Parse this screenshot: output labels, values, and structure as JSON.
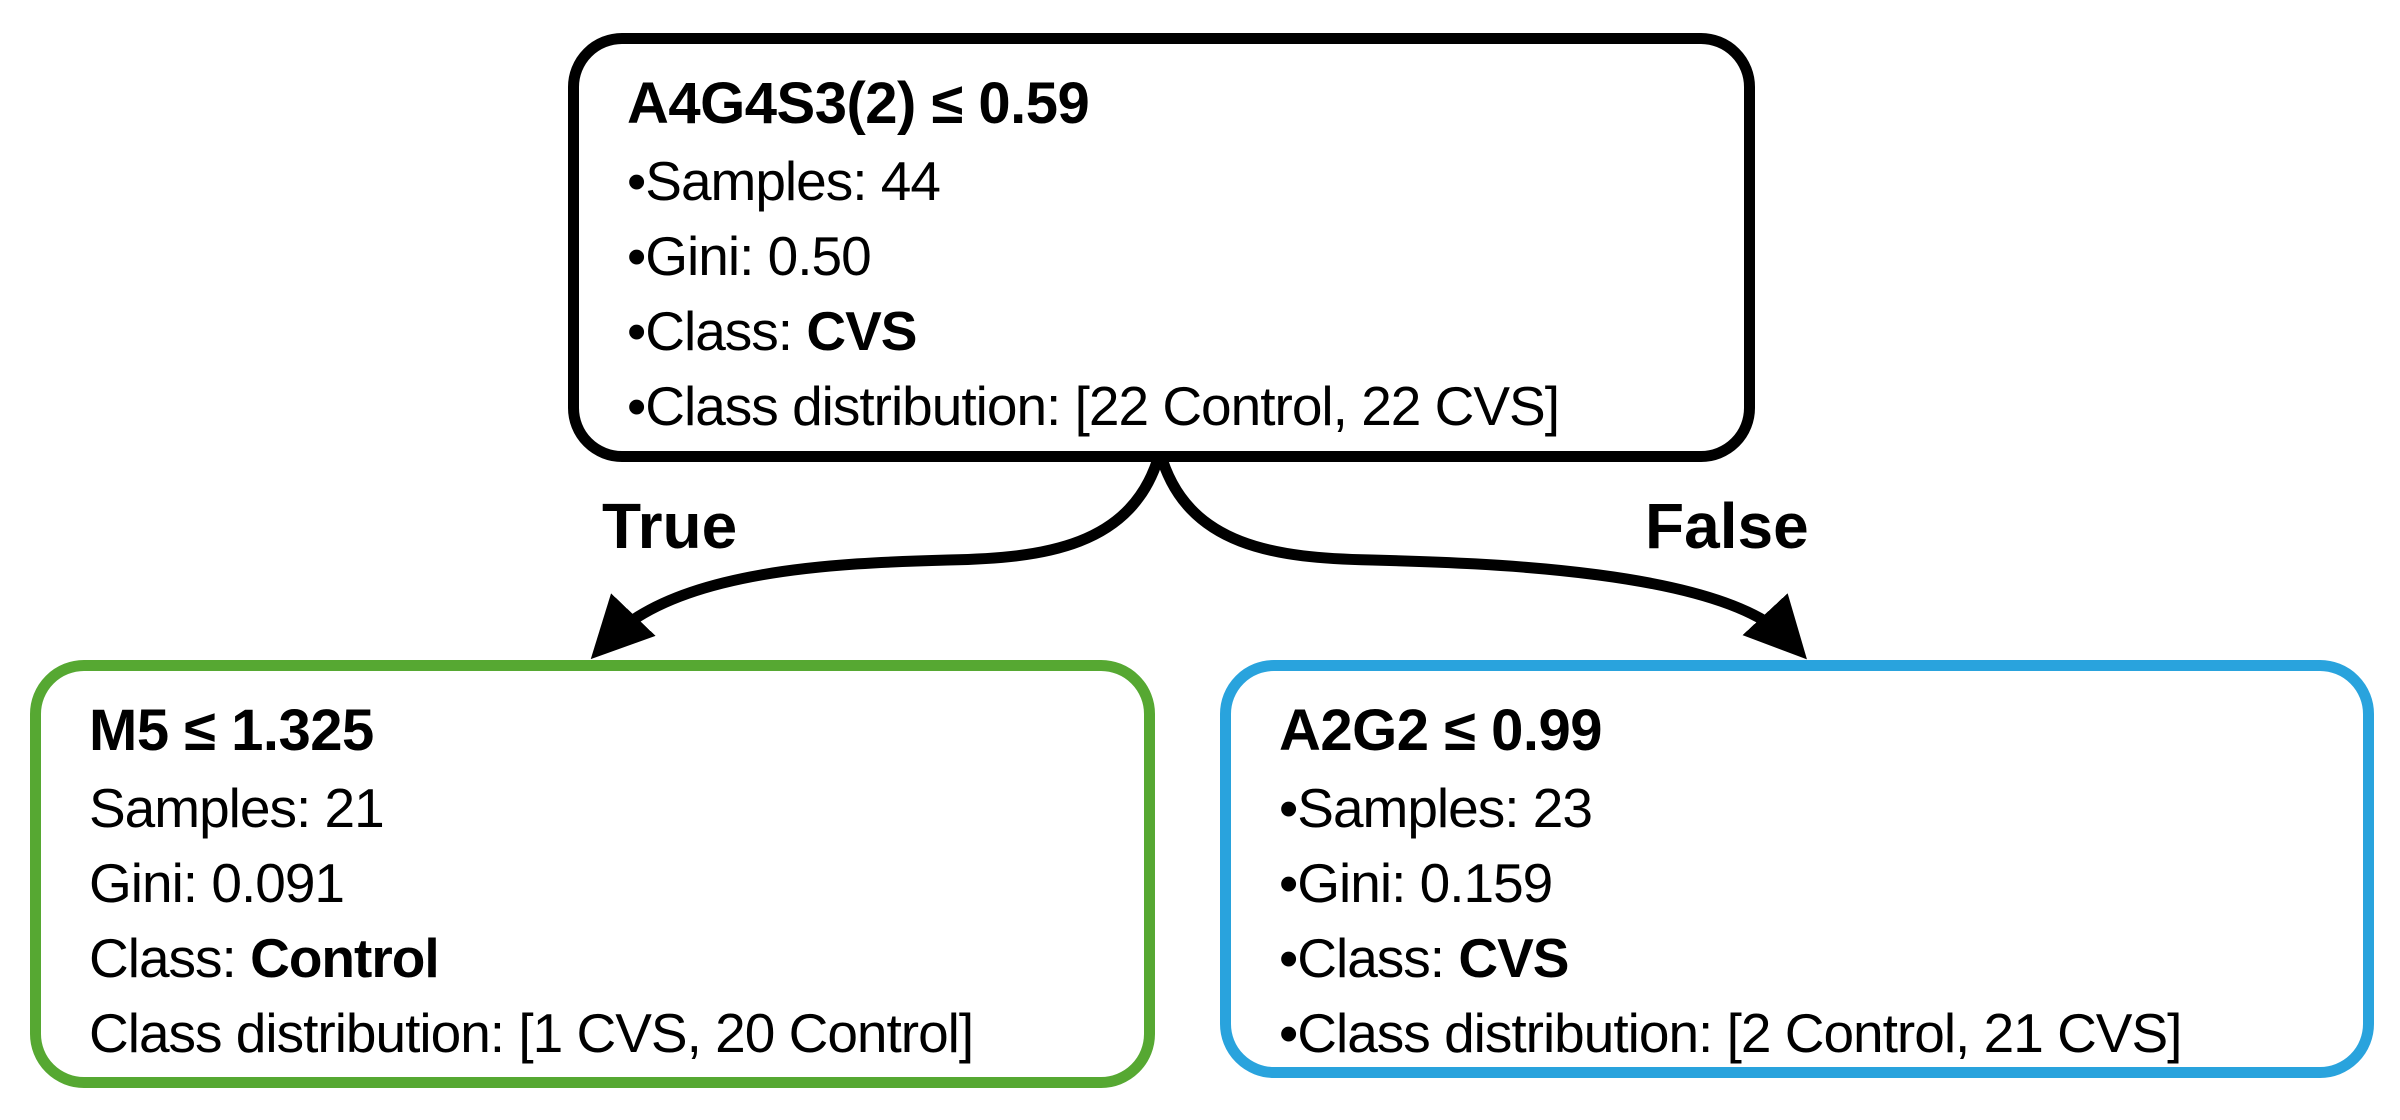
{
  "diagram": {
    "type": "decision-tree",
    "colors": {
      "root_border": "#000000",
      "left_border": "#56a832",
      "right_border": "#29a3dd",
      "arrow": "#000000",
      "text": "#000000",
      "background": "#ffffff"
    },
    "edges": {
      "true_label": "True",
      "false_label": "False"
    },
    "nodes": {
      "root": {
        "title": "A4G4S3(2) ≤ 0.59",
        "lines": [
          {
            "pre": "•Samples: 44",
            "strong": ""
          },
          {
            "pre": "•Gini: 0.50",
            "strong": ""
          },
          {
            "pre": "•Class: ",
            "strong": "CVS"
          },
          {
            "pre": "•Class distribution: [22 Control, 22 CVS]",
            "strong": ""
          }
        ]
      },
      "left": {
        "title": "M5 ≤ 1.325",
        "lines": [
          {
            "pre": "Samples: 21",
            "strong": ""
          },
          {
            "pre": "Gini: 0.091",
            "strong": ""
          },
          {
            "pre": "Class: ",
            "strong": "Control"
          },
          {
            "pre": "Class distribution: [1 CVS, 20 Control]",
            "strong": ""
          }
        ]
      },
      "right": {
        "title": "A2G2 ≤ 0.99",
        "lines": [
          {
            "pre": "•Samples: 23",
            "strong": ""
          },
          {
            "pre": "•Gini: 0.159",
            "strong": ""
          },
          {
            "pre": "•Class: ",
            "strong": "CVS"
          },
          {
            "pre": "•Class distribution: [2 Control, 21 CVS]",
            "strong": ""
          }
        ]
      }
    }
  }
}
